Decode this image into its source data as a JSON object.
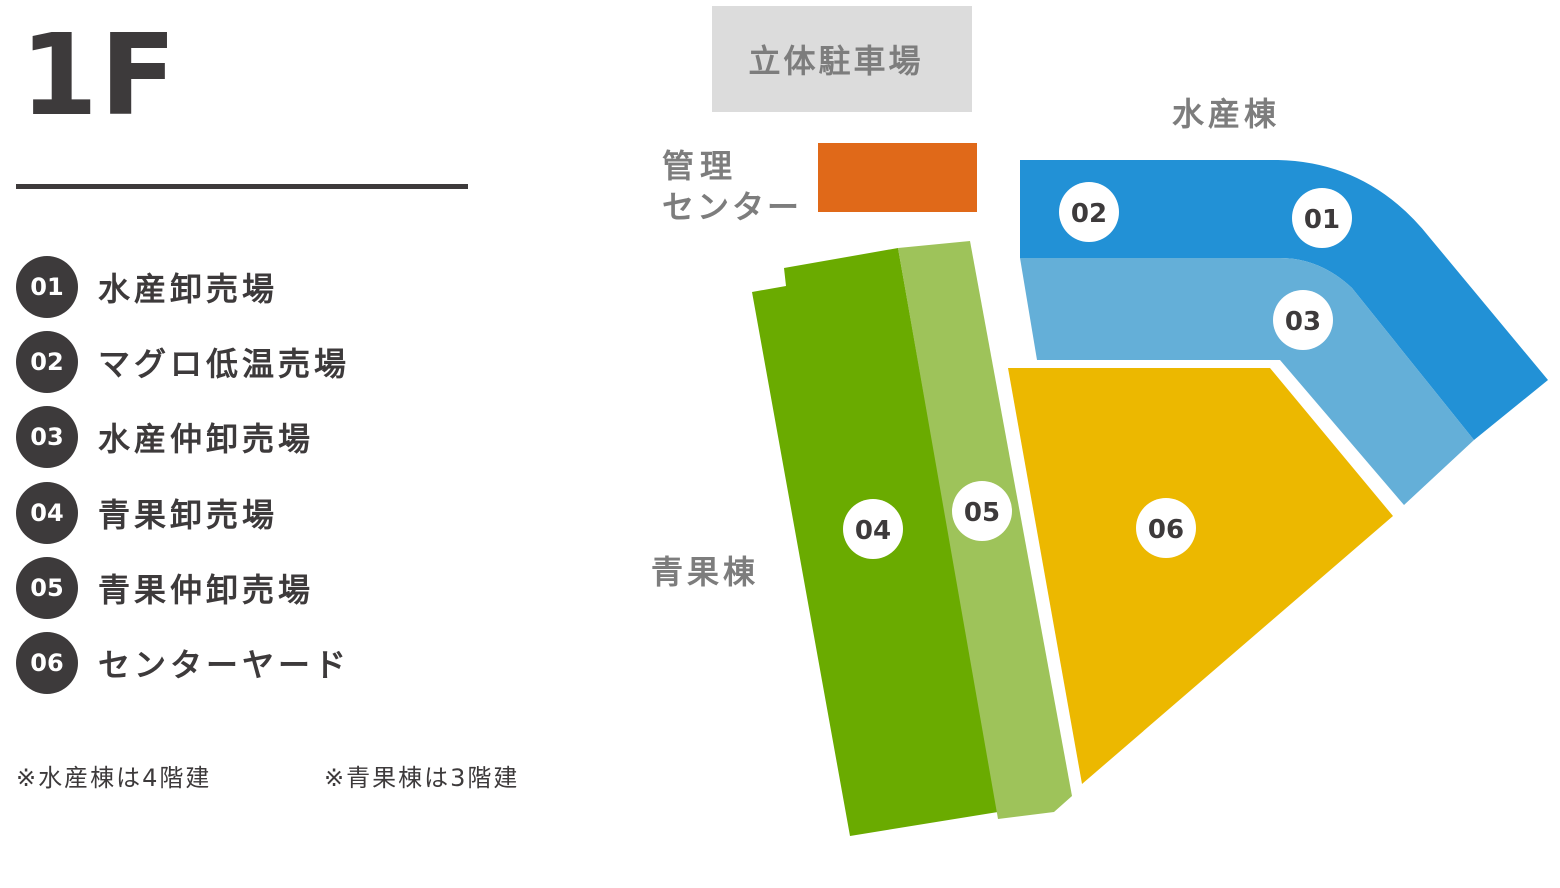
{
  "floor": "1F",
  "legend": [
    {
      "num": "01",
      "label": "水産卸売場"
    },
    {
      "num": "02",
      "label": "マグロ低温売場"
    },
    {
      "num": "03",
      "label": "水産仲卸売場"
    },
    {
      "num": "04",
      "label": "青果卸売場"
    },
    {
      "num": "05",
      "label": "青果仲卸売場"
    },
    {
      "num": "06",
      "label": "センターヤード"
    }
  ],
  "notes": [
    "※水産棟は4階建",
    "※青果棟は3階建"
  ],
  "map": {
    "parking": "立体駐車場",
    "admin_center_line1": "管理",
    "admin_center_line2": "センター",
    "fishery_building": "水産棟",
    "produce_building": "青果棟",
    "markers": [
      "01",
      "02",
      "03",
      "04",
      "05",
      "06"
    ]
  },
  "colors": {
    "text_dark": "#3d3a3b",
    "text_gray": "#7d7d7d",
    "parking_gray": "#dcdcdc",
    "admin_orange": "#e06919",
    "fishery_blue": "#2291d6",
    "fishery_light_blue": "#64afd8",
    "produce_green": "#6aab00",
    "produce_light_green": "#9ec35a",
    "center_yard_yellow": "#ecb800"
  }
}
